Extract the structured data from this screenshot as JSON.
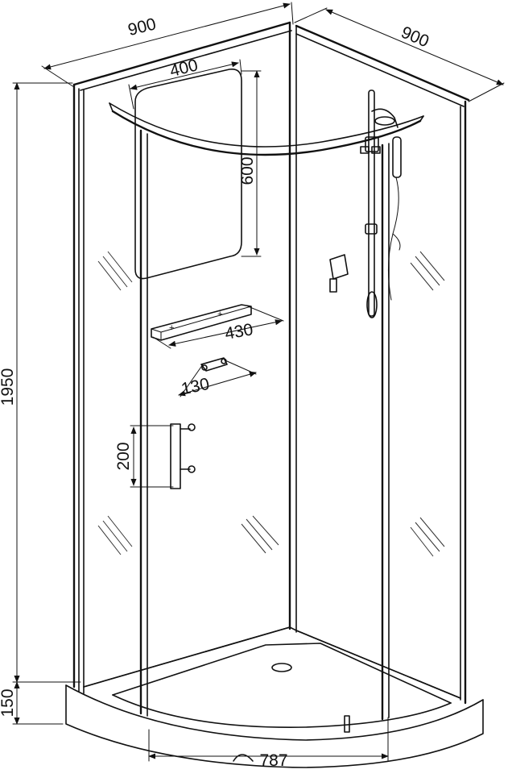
{
  "dimensions": {
    "width_left": "900",
    "width_right": "900",
    "window_width": "400",
    "window_height": "600",
    "height_total": "1950",
    "base_height": "150",
    "shelf_width": "430",
    "hook_width": "130",
    "handle_height": "200",
    "door_width": "787"
  }
}
